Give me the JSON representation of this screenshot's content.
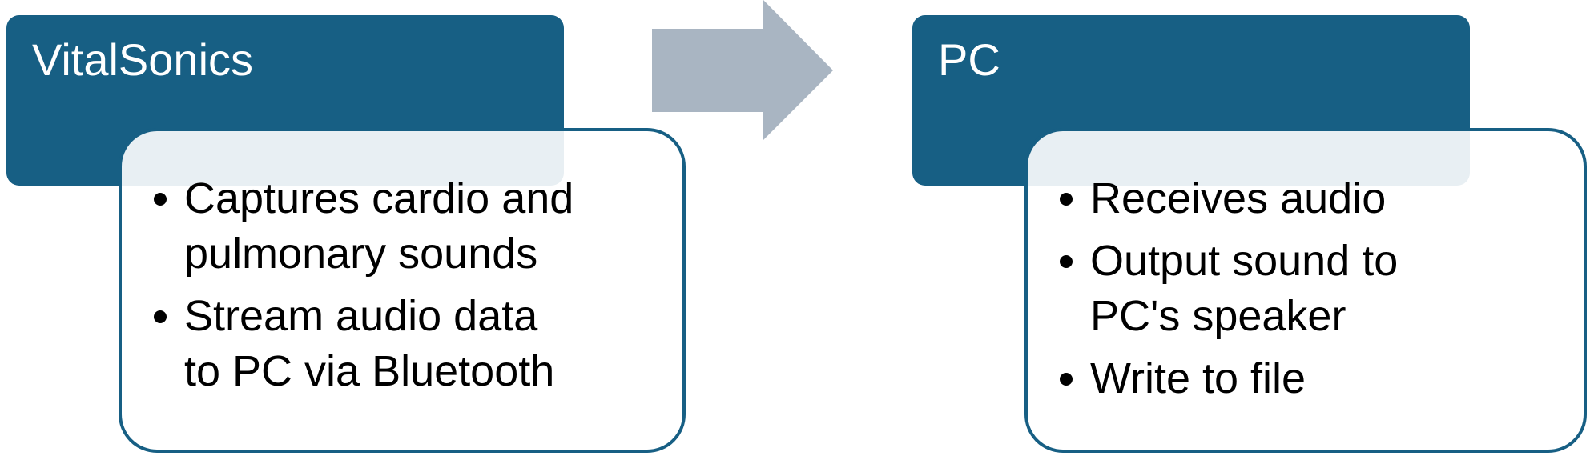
{
  "nodes": [
    {
      "title": "VitalSonics",
      "bullets": [
        "Captures cardio and\npulmonary  sounds",
        "Stream audio data\nto PC via Bluetooth"
      ]
    },
    {
      "title": "PC",
      "bullets": [
        "Receives audio",
        "Output sound to\nPC's speaker",
        "Write to file"
      ]
    }
  ],
  "colors": {
    "header": "#175f84",
    "card_border": "#175f84",
    "arrow": "#a9b5c2",
    "text": "#000000"
  }
}
